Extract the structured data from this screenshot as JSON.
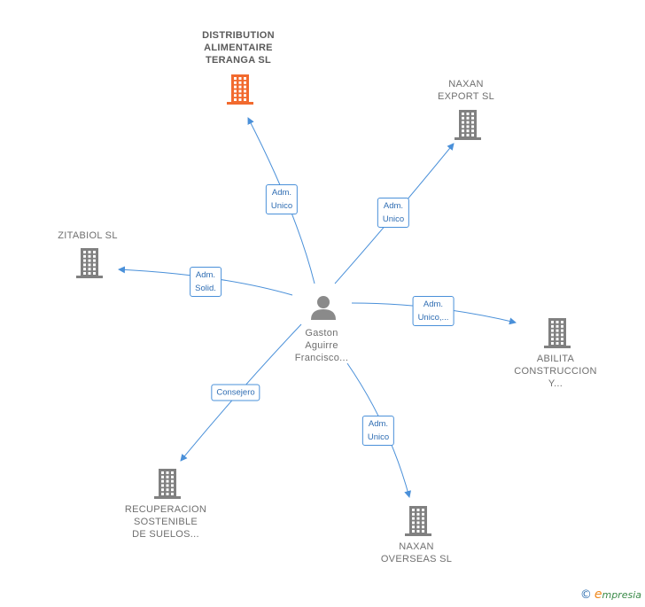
{
  "center": {
    "name": "Gaston\nAguirre\nFrancisco..."
  },
  "companies": [
    {
      "id": "distribution",
      "name": "DISTRIBUTION\nALIMENTAIRE\nTERANGA  SL",
      "highlight": true
    },
    {
      "id": "naxan-export",
      "name": "NAXAN\nEXPORT SL",
      "highlight": false
    },
    {
      "id": "zitabiol",
      "name": "ZITABIOL  SL",
      "highlight": false
    },
    {
      "id": "abilita",
      "name": "ABILITA\nCONSTRUCCION\nY...",
      "highlight": false
    },
    {
      "id": "recuperacion",
      "name": "RECUPERACION\nSOSTENIBLE\nDE SUELOS...",
      "highlight": false
    },
    {
      "id": "naxan-overseas",
      "name": "NAXAN\nOVERSEAS  SL",
      "highlight": false
    }
  ],
  "relations": [
    {
      "to": "distribution",
      "label": "Adm.\nUnico"
    },
    {
      "to": "naxan-export",
      "label": "Adm.\nUnico"
    },
    {
      "to": "zitabiol",
      "label": "Adm.\nSolid."
    },
    {
      "to": "abilita",
      "label": "Adm.\nUnico,..."
    },
    {
      "to": "recuperacion",
      "label": "Consejero"
    },
    {
      "to": "naxan-overseas",
      "label": "Adm.\nUnico"
    }
  ],
  "brand": {
    "copyright": "©",
    "initial": "e",
    "rest": "mpresia"
  },
  "colors": {
    "edge": "#4a90d9",
    "building": "#808080",
    "highlight": "#f26a2e",
    "person": "#8a8a8a"
  }
}
